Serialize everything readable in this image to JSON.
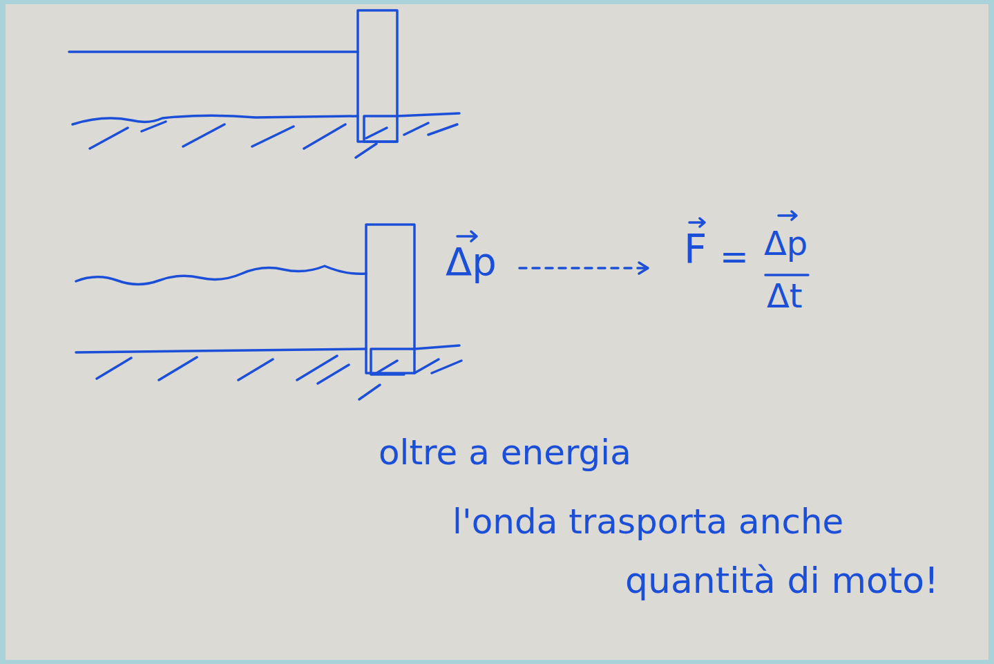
{
  "diagram": {
    "labels": [
      "Δp",
      "F",
      "=",
      "Δp",
      "Δt",
      "oltre a energia",
      "l'onda trasporta anche",
      "quantità di moto!"
    ]
  }
}
